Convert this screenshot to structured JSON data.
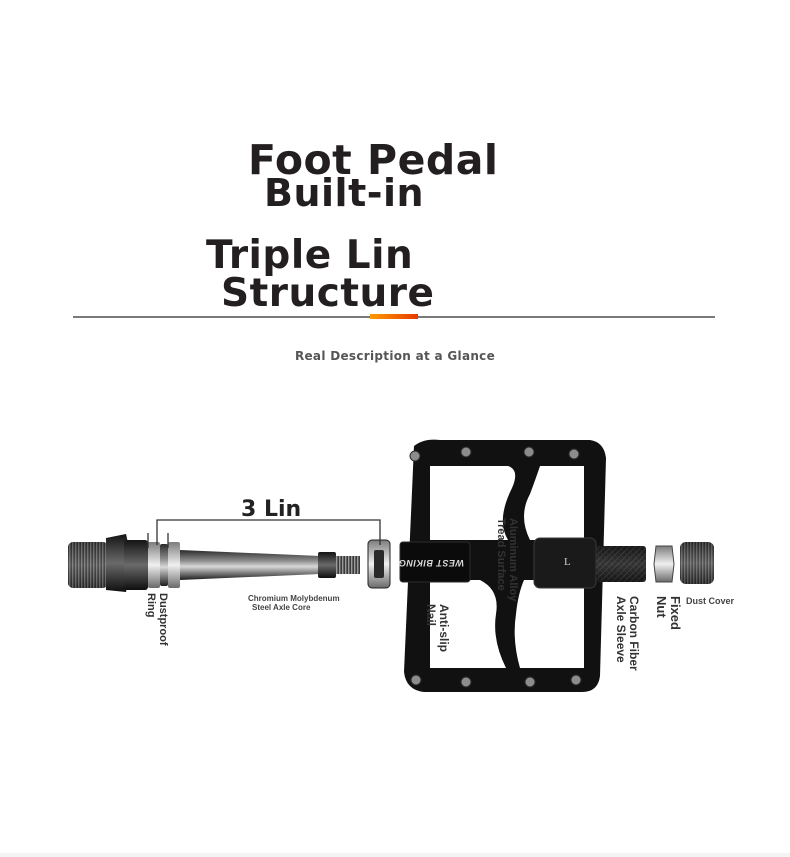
{
  "title": {
    "line1": "Foot Pedal",
    "line2": "Built-in",
    "line3": "Triple Lin",
    "line4": "Structure"
  },
  "subtitle": "Real Description at a Glance",
  "dimension_label": "3 Lin",
  "labels": {
    "dustproof_ring": {
      "line1": "Dustproof",
      "line2": "Ring"
    },
    "axle_core": {
      "line1": "Chromium Molybdenum",
      "line2": "Steel Axle Core"
    },
    "tread_surface": {
      "line1": "Aluminum Alloy",
      "line2": "Tread Surface"
    },
    "anti_slip_nail": {
      "line1": "Anti-slip",
      "line2": "Nail"
    },
    "axle_sleeve": {
      "line1": "Carbon Fiber",
      "line2": "Axle Sleeve"
    },
    "fixed_nut": {
      "line1": "Fixed",
      "line2": "Nut"
    },
    "dust_cover": "Dust Cover"
  },
  "pedal_brand": "WEST BIKING",
  "pedal_side_mark": "L",
  "colors": {
    "title": "#231f20",
    "accent_start": "#ff9a00",
    "accent_end": "#e63a00",
    "pedal_body": "#111111"
  }
}
